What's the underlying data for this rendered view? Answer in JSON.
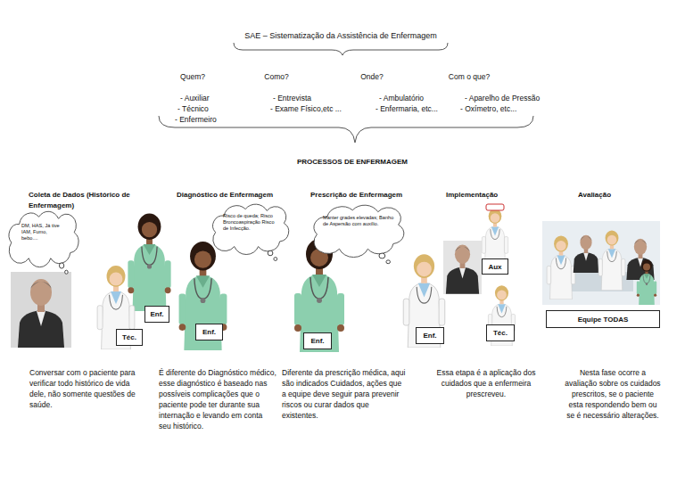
{
  "diagram": {
    "title": "SAE – Sistematização da Assistência de Enfermagem",
    "nodes": [
      {
        "text": [
          "DM, HAS, Já tive IAM, Fumo, bebo...."
        ]
      },
      {
        "text": [
          "Enf."
        ]
      },
      {
        "text": [
          "Téc."
        ]
      },
      {
        "text": [
          "Risco de queda; Risco Broncoaspiração Risco de Infecção."
        ]
      },
      {
        "text": [
          "Enf."
        ]
      },
      {
        "text": [
          "Manter grades elevadas; Banho de Aspersão com auxílio."
        ]
      },
      {
        "text": [
          "Enf."
        ]
      },
      {
        "text": [
          "Aux"
        ]
      },
      {
        "text": [
          "Enf."
        ]
      },
      {
        "text": [
          "Téc."
        ]
      },
      {
        "text": [
          "Equipe TODAS"
        ]
      }
    ],
    "labels": [
      "Quem?",
      "Como?",
      "Onde?",
      "Com o que?",
      "- Auxiliar",
      "- Técnico",
      "- Enfermeiro",
      "- Entrevista",
      "- Exame Físico,etc ...",
      "- Ambulatório",
      "- Enfermaria, etc...",
      "- Aparelho de Pressão",
      "- Oxímetro, etc...",
      "PROCESSOS DE ENFERMAGEM",
      "Coleta de Dados (Histórico de Enfermagem)",
      "Diagnóstico de Enfermagem",
      "Prescrição de Enfermagem",
      "Implementação",
      "Avaliação",
      "Conversar com o paciente para verificar todo histórico de vida dele, não somente questões de saúde.",
      "É diferente do Diagnóstico médico, esse diagnóstico é baseado nas possíveis complicações que o paciente pode ter durante sua internação e levando em conta seu histórico.",
      "Diferente da prescrição médica, aqui são indicados Cuidados, ações que a equipe deve seguir para prevenir riscos ou curar dados que existentes.",
      "Essa etapa é a aplicação dos cuidados que a enfermeira prescreveu.",
      "Nesta fase ocorre a avaliação sobre os cuidados prescritos, se o paciente esta respondendo bem ou se é necessário alterações."
    ]
  }
}
